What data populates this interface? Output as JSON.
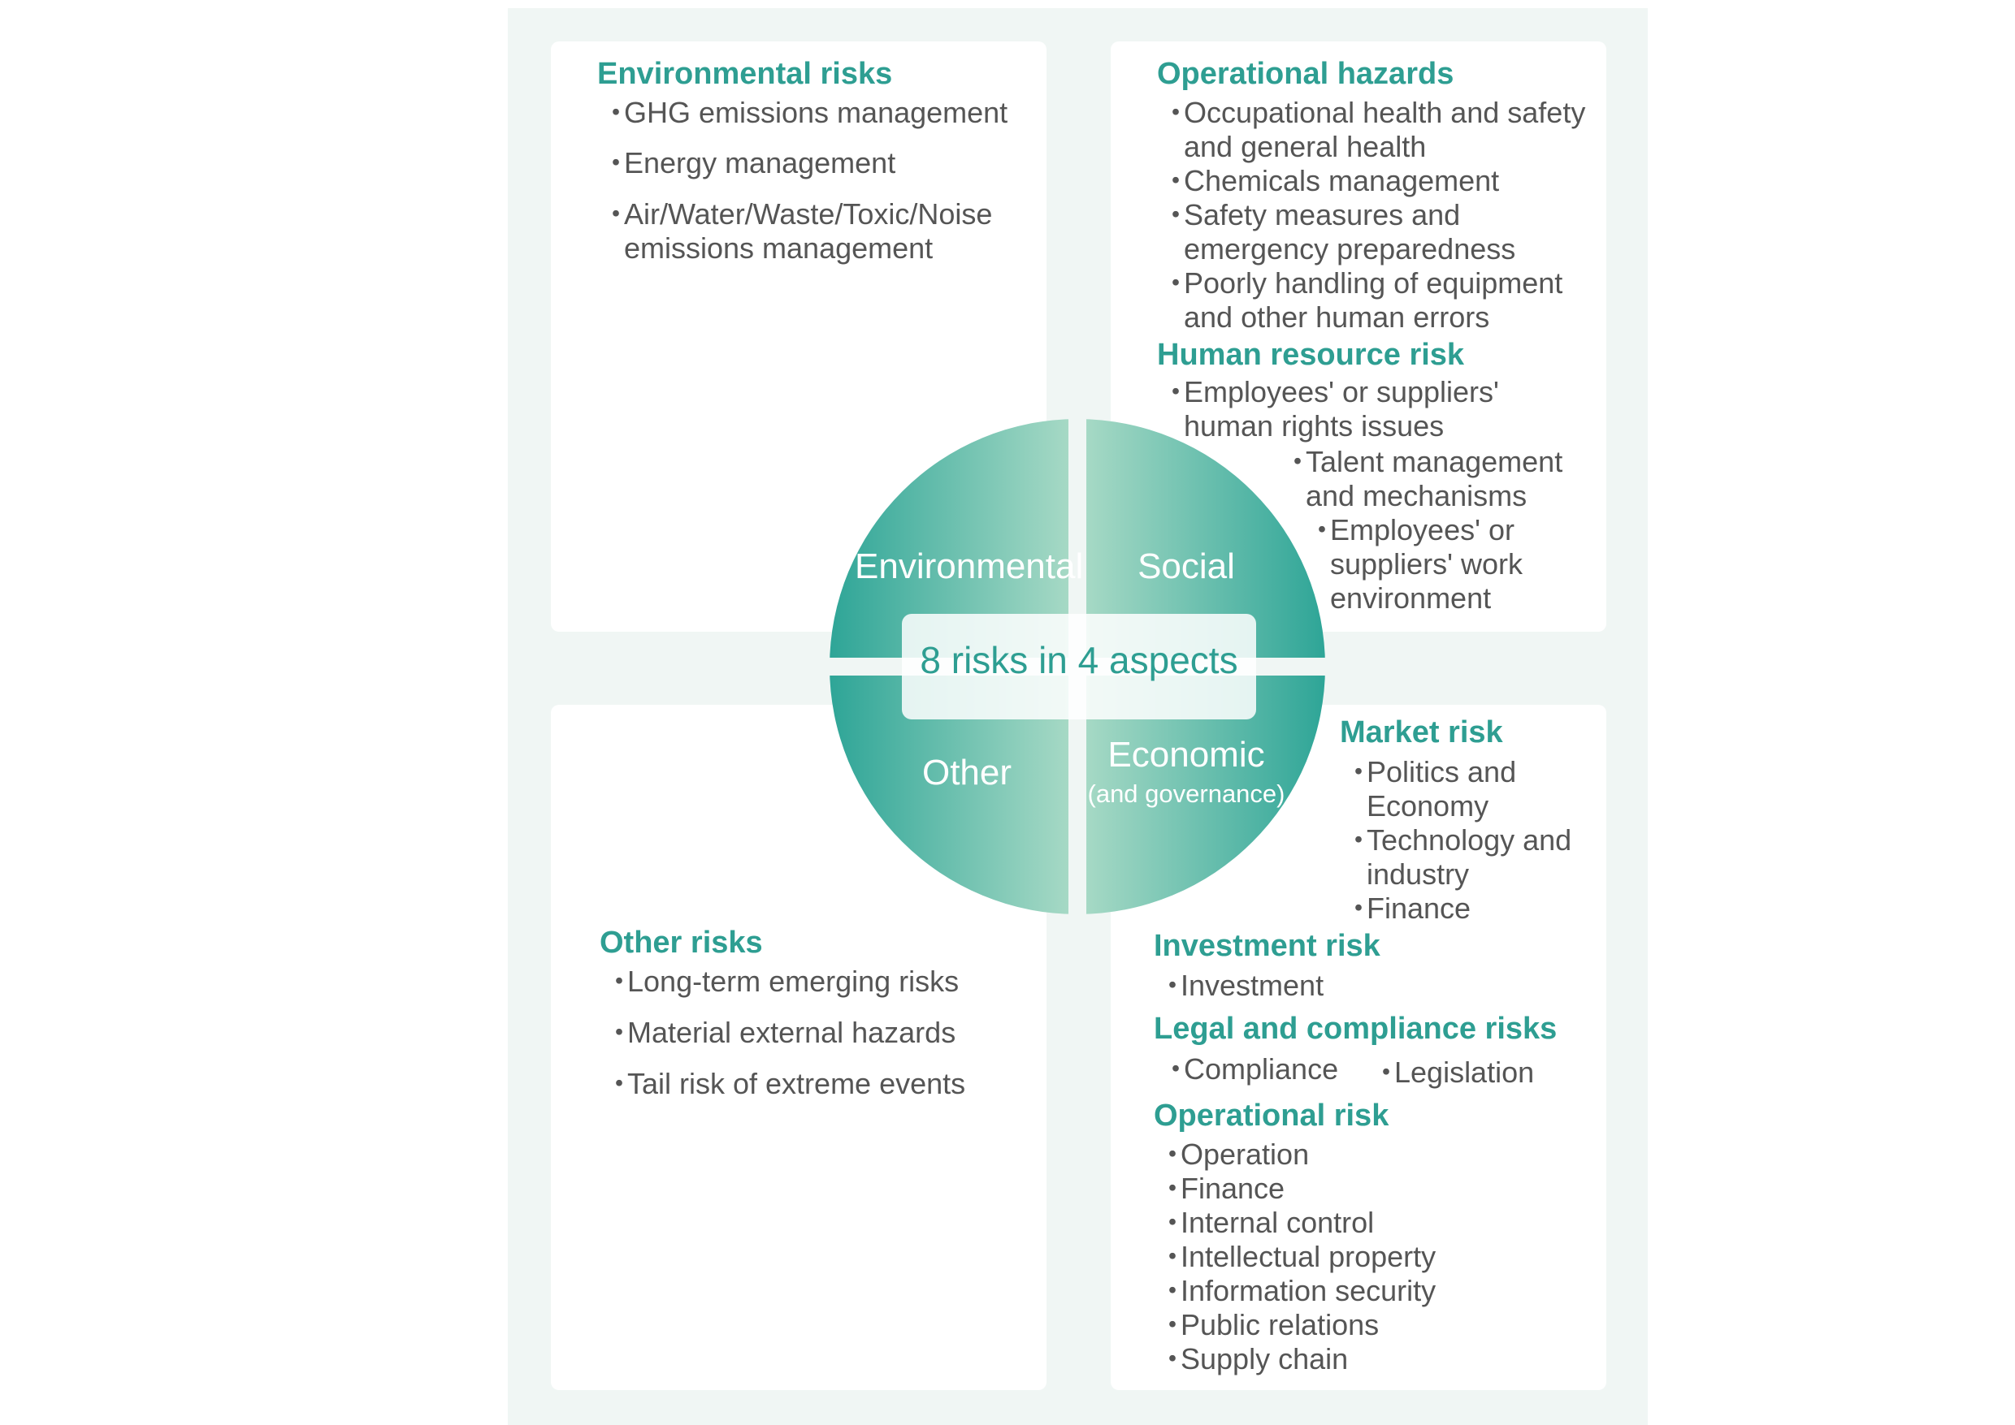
{
  "center_label": "8 risks in 4 aspects",
  "segments": {
    "environmental": "Environmental",
    "social": "Social",
    "other": "Other",
    "economic": "Economic",
    "economic_sub": "(and governance)"
  },
  "environmental": {
    "title": "Environmental risks",
    "items": [
      "GHG emissions management",
      "Energy management",
      "Air/Water/Waste/Toxic/Noise",
      "emissions management"
    ]
  },
  "social": {
    "operational_hazards": {
      "title": "Operational hazards",
      "items": [
        "Occupational health and safety",
        "and general health",
        "Chemicals management",
        "Safety measures and",
        "emergency preparedness",
        "Poorly handling of equipment",
        "and other human errors"
      ]
    },
    "human_resource": {
      "title": "Human resource risk",
      "items": [
        "Employees' or suppliers'",
        "human rights issues",
        "Talent management",
        "and mechanisms",
        "Employees' or",
        "suppliers' work",
        "environment"
      ]
    }
  },
  "other": {
    "title": "Other risks",
    "items": [
      "Long-term emerging risks",
      "Material external hazards",
      "Tail risk of extreme events"
    ]
  },
  "economic": {
    "market": {
      "title": "Market risk",
      "items": [
        "Politics and",
        "Economy",
        "Technology and",
        "industry",
        "Finance"
      ]
    },
    "investment": {
      "title": "Investment risk",
      "items": [
        "Investment"
      ]
    },
    "legal": {
      "title": "Legal and compliance risks",
      "items": [
        "Compliance",
        "Legislation"
      ]
    },
    "operational": {
      "title": "Operational risk",
      "items": [
        "Operation",
        "Finance",
        "Internal control",
        "Intellectual property",
        "Information security",
        "Public relations",
        "Supply chain"
      ]
    }
  },
  "colors": {
    "accent": "#2e9e92",
    "panel": "#f0f6f4",
    "circle_dark": "#2ea597",
    "circle_light": "#a6d9c5"
  }
}
